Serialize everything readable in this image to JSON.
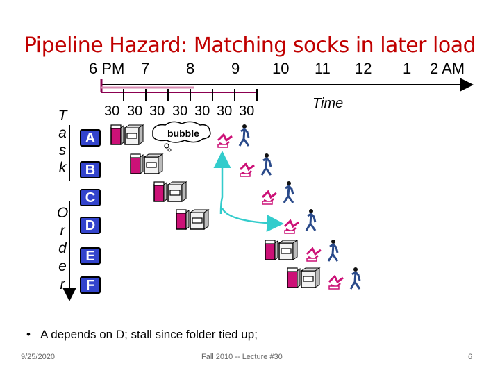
{
  "title": "Pipeline Hazard: Matching socks in later load",
  "timeline": {
    "hours": [
      "6 PM",
      "7",
      "8",
      "9",
      "10",
      "11",
      "12",
      "1",
      "2 AM"
    ],
    "time_label": "Time",
    "interval_labels": [
      "30",
      "30",
      "30",
      "30",
      "30",
      "30",
      "30"
    ]
  },
  "task_order": {
    "word1": [
      "T",
      "a",
      "s",
      "k"
    ],
    "word2": [
      "O",
      "r",
      "d",
      "e",
      "r"
    ]
  },
  "tasks": [
    "A",
    "B",
    "C",
    "D",
    "E",
    "F"
  ],
  "bubble_label": "bubble",
  "bullet": "A depends on D; stall since folder tied up;",
  "footer": {
    "date": "9/25/2020",
    "course": "Fall 2010 -- Lecture #30",
    "page": "6"
  },
  "colors": {
    "title": "#c00000",
    "timeline_accent": "#8b0050",
    "washer": "#cc1177",
    "task_badge": "#3344cc",
    "dependency_arrow": "#33cccc"
  }
}
